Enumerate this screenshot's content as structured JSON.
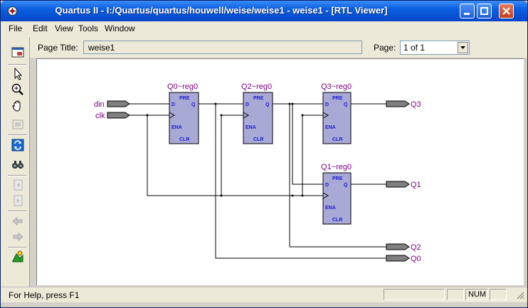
{
  "window": {
    "title": "Quartus II - I:/Quartus/quartus/houwell/weise/weise1 - weise1 - [RTL Viewer]"
  },
  "menu": {
    "items": [
      {
        "label": "File",
        "name": "menu-file"
      },
      {
        "label": "Edit",
        "name": "menu-edit"
      },
      {
        "label": "View",
        "name": "menu-view"
      },
      {
        "label": "Tools",
        "name": "menu-tools"
      },
      {
        "label": "Window",
        "name": "menu-window"
      }
    ]
  },
  "toolbar": {
    "icons": [
      "view-icon",
      "pointer-icon",
      "zoom-icon",
      "hand-icon",
      "fit-icon",
      "refresh-icon",
      "find-icon",
      "page-prev-icon",
      "page-next-icon",
      "back-icon",
      "forward-icon",
      "tool-icon"
    ]
  },
  "pagebar": {
    "title_label": "Page Title:",
    "title_value": "weise1",
    "page_label": "Page:",
    "page_value": "1 of 1"
  },
  "schematic": {
    "inputs": [
      "din",
      "clk"
    ],
    "outputs": [
      "Q3",
      "Q1",
      "Q2",
      "Q0"
    ],
    "registers": [
      {
        "name": "Q0~reg0",
        "pre": "PRE",
        "d": "D",
        "q": "Q",
        "ena": "ENA",
        "clr": "CLR"
      },
      {
        "name": "Q2~reg0",
        "pre": "PRE",
        "d": "D",
        "q": "Q",
        "ena": "ENA",
        "clr": "CLR"
      },
      {
        "name": "Q3~reg0",
        "pre": "PRE",
        "d": "D",
        "q": "Q",
        "ena": "ENA",
        "clr": "CLR"
      },
      {
        "name": "Q1~reg0",
        "pre": "PRE",
        "d": "D",
        "q": "Q",
        "ena": "ENA",
        "clr": "CLR"
      }
    ],
    "colors": {
      "block": "#a9a9d6",
      "block_text": "#1a1ad0",
      "label": "#800080",
      "port": "#808080"
    }
  },
  "status": {
    "help": "For Help, press F1",
    "num": "NUM"
  }
}
